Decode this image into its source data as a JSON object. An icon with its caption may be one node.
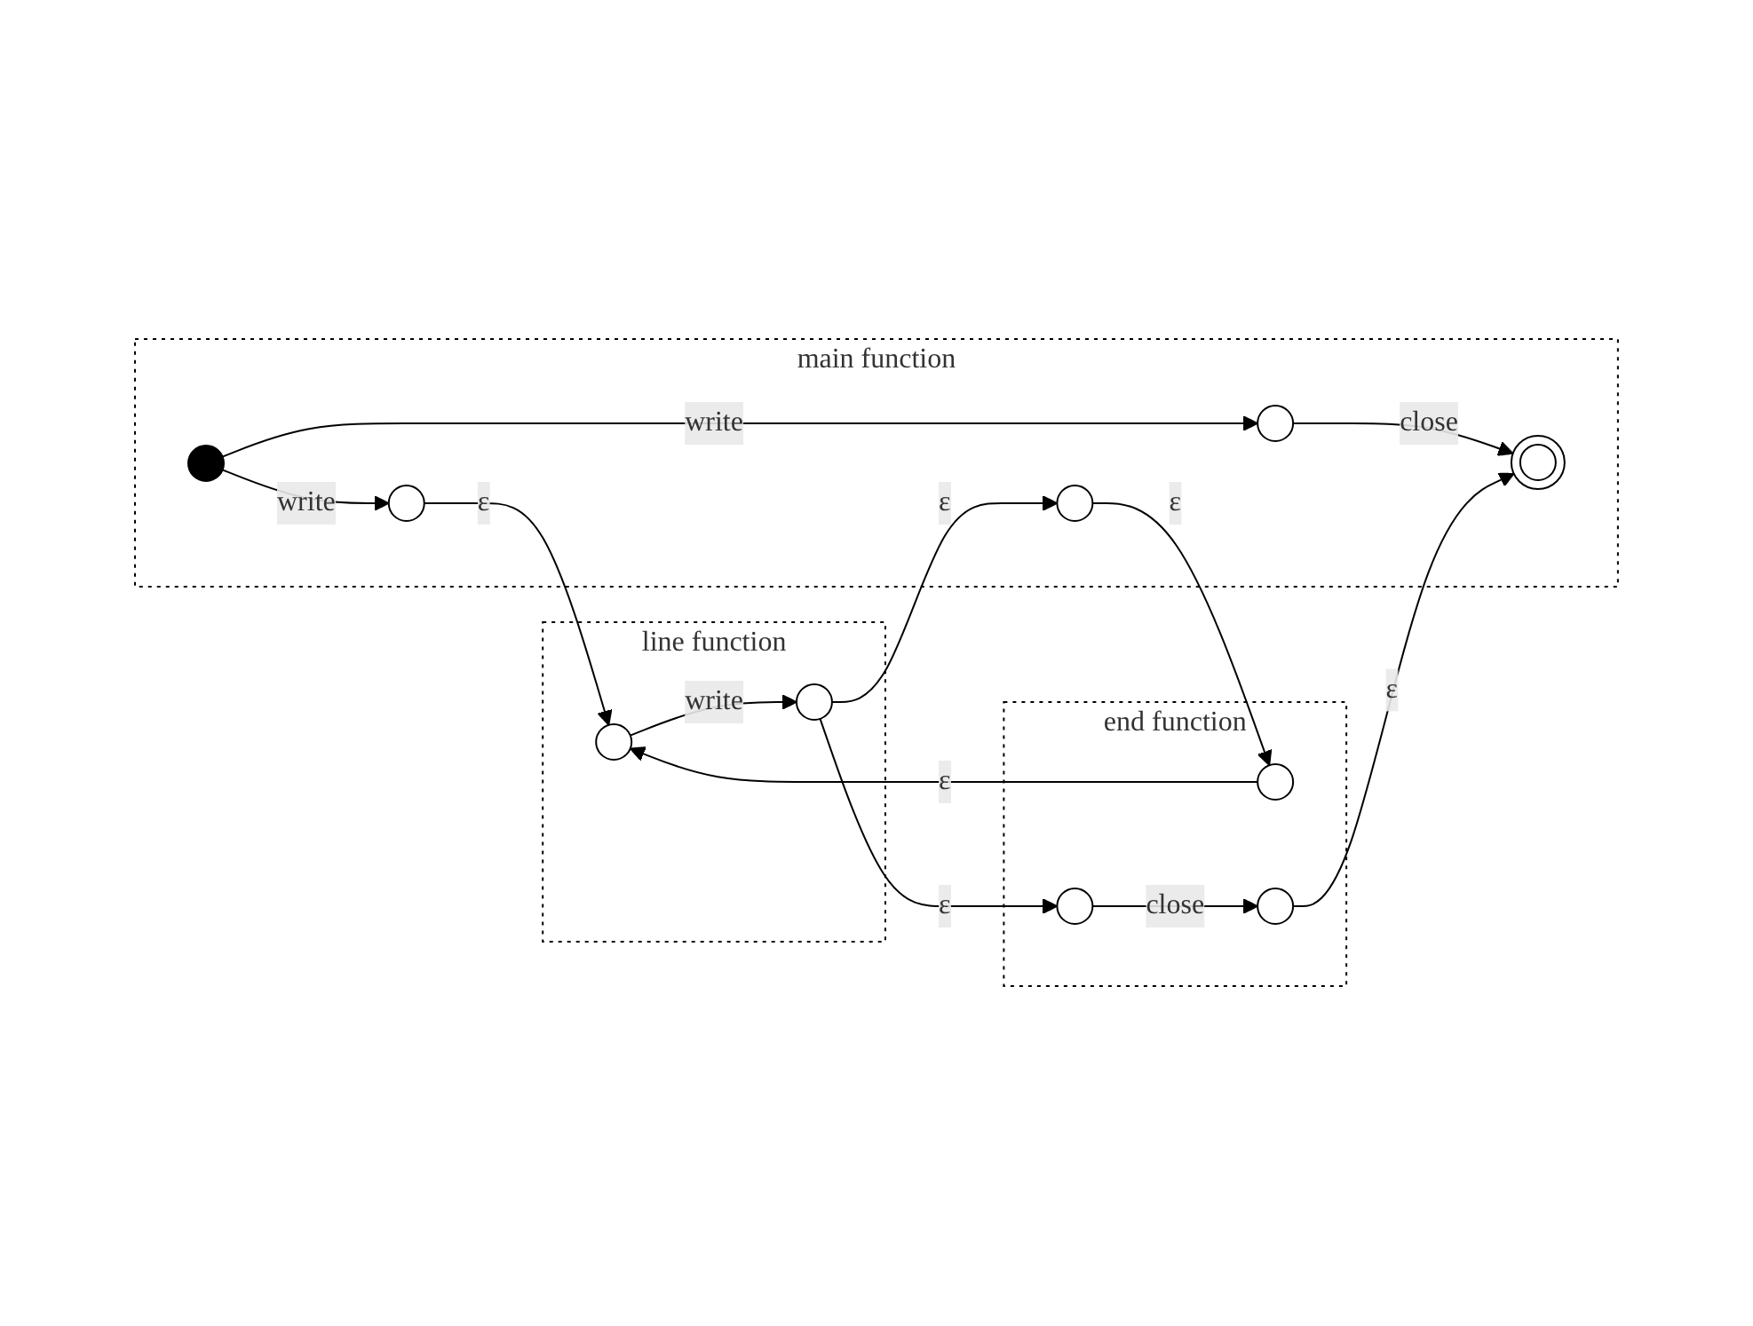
{
  "diagram": {
    "nodes": [
      {
        "text": [
          "main function"
        ]
      },
      {
        "text": [],
        "shape": "circle",
        "in": 0
      },
      {
        "text": [],
        "shape": "circle",
        "in": 0
      },
      {
        "text": [],
        "shape": "circle",
        "in": 0
      },
      {
        "text": [],
        "shape": "circle",
        "in": 0
      },
      {
        "text": [],
        "shape": "circle",
        "in": 0
      },
      {
        "text": [
          "line function"
        ]
      },
      {
        "text": [],
        "shape": "circle",
        "in": 6
      },
      {
        "text": [],
        "shape": "circle",
        "in": 6
      },
      {
        "text": [
          "end function"
        ]
      },
      {
        "text": [],
        "shape": "circle",
        "in": 9
      },
      {
        "text": [],
        "shape": "circle",
        "in": 9
      },
      {
        "text": [],
        "shape": "circle",
        "in": 9
      }
    ],
    "edges": [
      {
        "from": 1,
        "to": 2,
        "arrow": "to",
        "label": "write"
      },
      {
        "from": 1,
        "to": 4,
        "arrow": "to",
        "label": "write"
      },
      {
        "from": 2,
        "to": 3,
        "arrow": "to",
        "label": "close"
      },
      {
        "from": 4,
        "to": 7,
        "arrow": "to",
        "label": "ε"
      },
      {
        "from": 10,
        "to": 7,
        "arrow": "to",
        "label": "ε"
      },
      {
        "from": 7,
        "to": 8,
        "arrow": "to",
        "label": "write"
      },
      {
        "from": 8,
        "to": 5,
        "arrow": "to",
        "label": "ε"
      },
      {
        "from": 8,
        "to": 11,
        "arrow": "to",
        "label": "ε"
      },
      {
        "from": 5,
        "to": 10,
        "arrow": "to",
        "label": "ε"
      },
      {
        "from": 11,
        "to": 12,
        "arrow": "to",
        "label": "close"
      },
      {
        "from": 12,
        "to": 3,
        "arrow": "to",
        "label": "ε"
      }
    ]
  }
}
